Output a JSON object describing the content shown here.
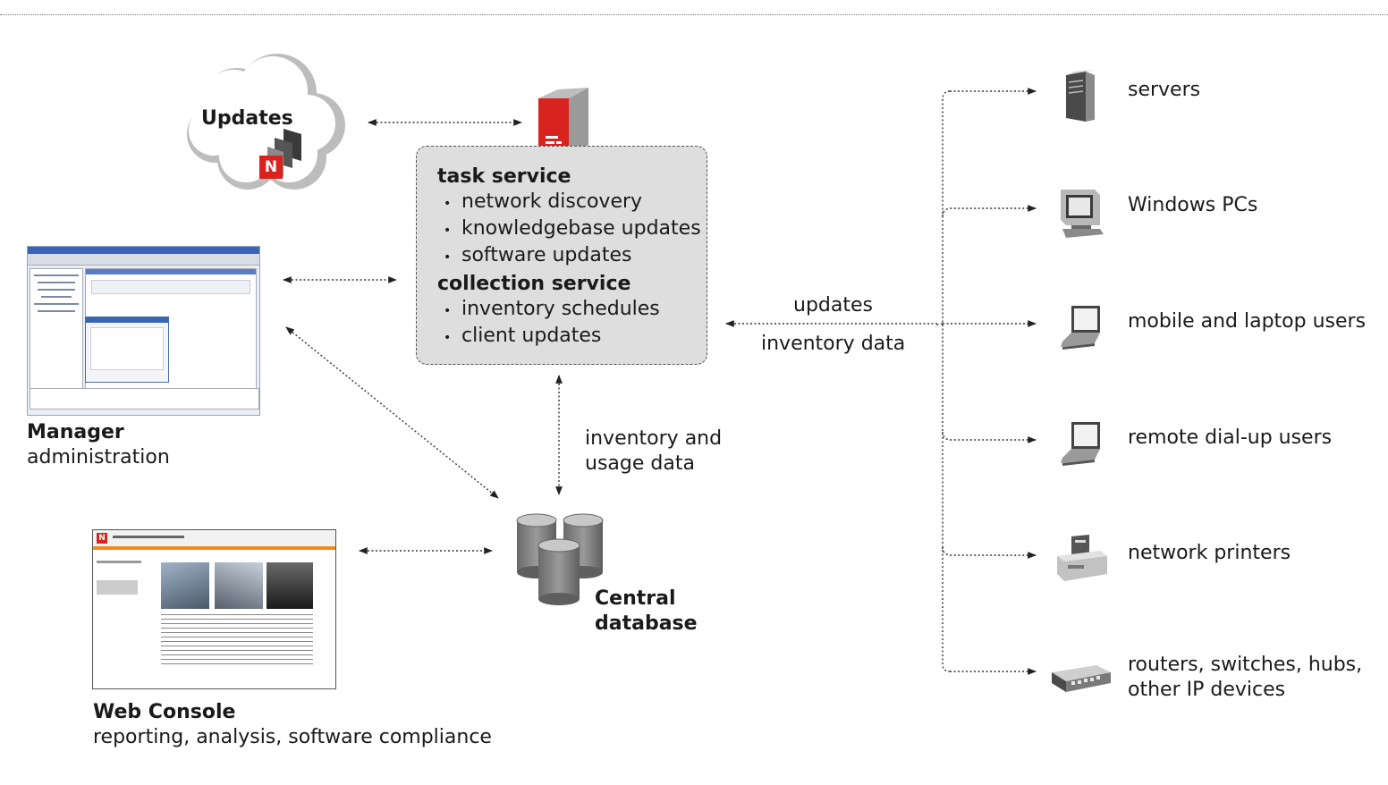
{
  "cloud": {
    "label": "Updates",
    "badge": "N"
  },
  "task_service": {
    "title": "task service",
    "items": [
      "network discovery",
      "knowledgebase updates",
      "software updates"
    ]
  },
  "collection_service": {
    "title": "collection service",
    "items": [
      "inventory schedules",
      "client updates"
    ]
  },
  "manager": {
    "title": "Manager",
    "subtitle": "administration"
  },
  "web_console": {
    "title": "Web Console",
    "subtitle": "reporting, analysis, software compliance",
    "badge": "N"
  },
  "database": {
    "line1": "Central",
    "line2": "database"
  },
  "edge_labels": {
    "updates": "updates",
    "inventory_data": "inventory data",
    "inventory_usage_1": "inventory and",
    "inventory_usage_2": "usage data"
  },
  "devices": [
    {
      "label": "servers",
      "icon": "server-icon"
    },
    {
      "label": "Windows PCs",
      "icon": "desktop-pc-icon"
    },
    {
      "label": "mobile and laptop users",
      "icon": "laptop-icon"
    },
    {
      "label": "remote dial-up users",
      "icon": "laptop-icon"
    },
    {
      "label": "network printers",
      "icon": "printer-icon"
    },
    {
      "label_1": "routers, switches, hubs,",
      "label_2": "other IP devices",
      "icon": "network-switch-icon"
    }
  ],
  "colors": {
    "accent_red": "#d9231f",
    "box_fill": "#dedede",
    "db_gray": "#8a8a8a",
    "wire": "#333333"
  }
}
